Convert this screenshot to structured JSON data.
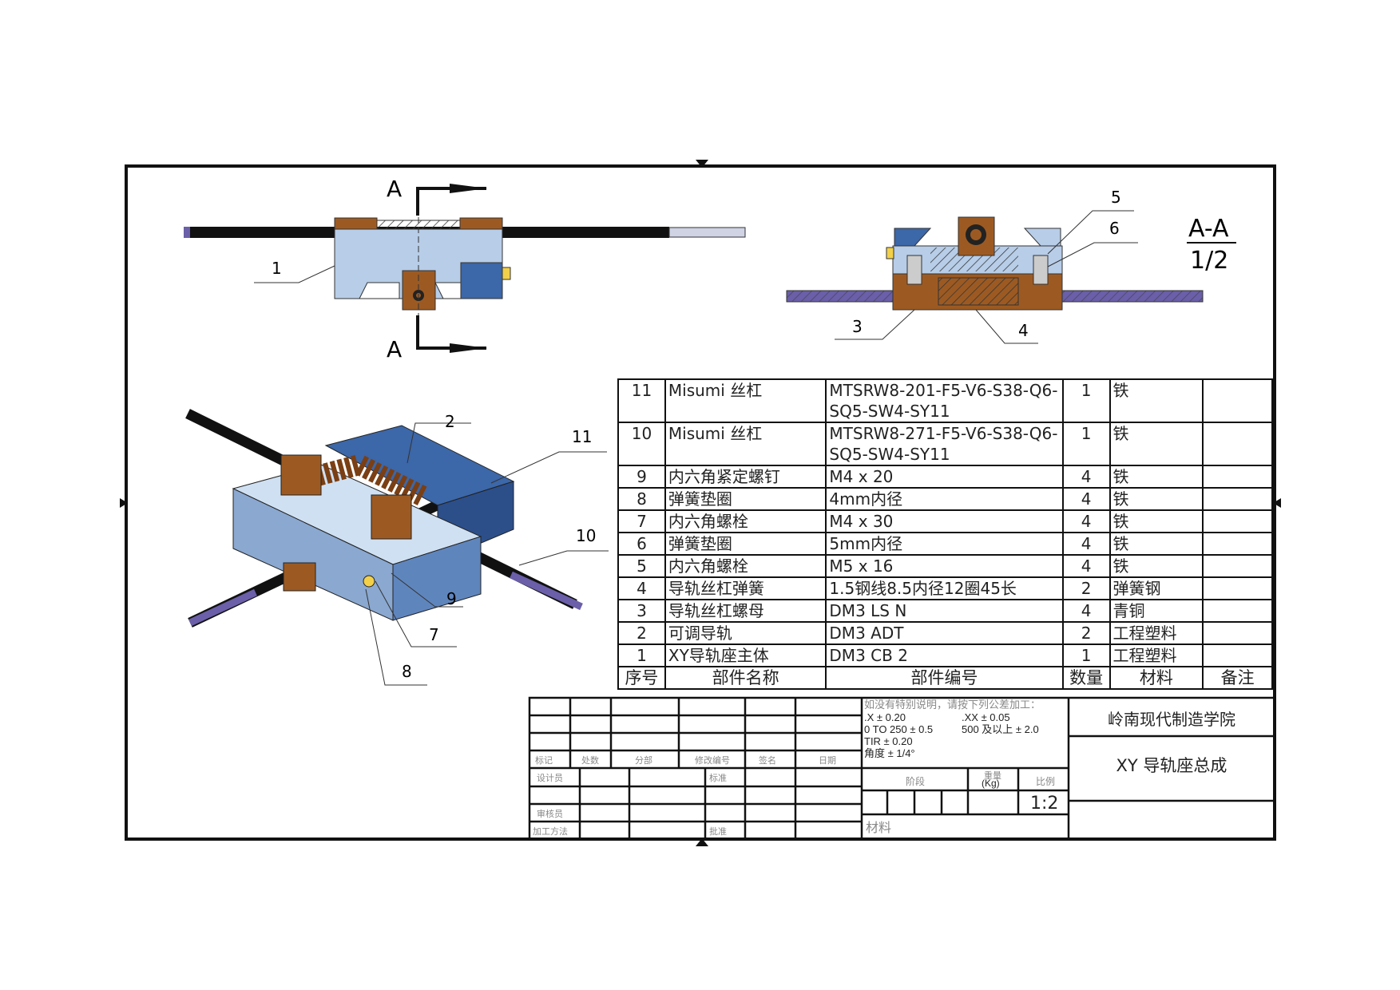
{
  "drawing": {
    "section_label": "A",
    "section_view_title": "A-A",
    "section_view_scale": "1/2",
    "balloons": {
      "top_view": [
        "1"
      ],
      "section_view": [
        "5",
        "6",
        "3",
        "4"
      ],
      "iso_view": [
        "2",
        "11",
        "10",
        "9",
        "7",
        "8"
      ]
    },
    "colors": {
      "light_blue": "#b7cde8",
      "dark_blue": "#3c67a8",
      "brown": "#9c5a22",
      "purple": "#6a5fa8",
      "rod": "#111111"
    }
  },
  "bom": {
    "headers": [
      "序号",
      "部件名称",
      "部件编号",
      "数量",
      "材料",
      "备注"
    ],
    "rows": [
      {
        "no": "11",
        "name": "Misumi 丝杠",
        "code": "MTSRW8-201-F5-V6-S38-Q6-SQ5-SW4-SY11",
        "qty": "1",
        "material": "铁",
        "note": ""
      },
      {
        "no": "10",
        "name": "Misumi 丝杠",
        "code": "MTSRW8-271-F5-V6-S38-Q6-SQ5-SW4-SY11",
        "qty": "1",
        "material": "铁",
        "note": ""
      },
      {
        "no": "9",
        "name": "内六角紧定螺钉",
        "code": "M4 x 20",
        "qty": "4",
        "material": "铁",
        "note": ""
      },
      {
        "no": "8",
        "name": "弹簧垫圈",
        "code": "4mm内径",
        "qty": "4",
        "material": "铁",
        "note": ""
      },
      {
        "no": "7",
        "name": "内六角螺栓",
        "code": "M4 x 30",
        "qty": "4",
        "material": "铁",
        "note": ""
      },
      {
        "no": "6",
        "name": "弹簧垫圈",
        "code": "5mm内径",
        "qty": "4",
        "material": "铁",
        "note": ""
      },
      {
        "no": "5",
        "name": "内六角螺栓",
        "code": "M5 x 16",
        "qty": "4",
        "material": "铁",
        "note": ""
      },
      {
        "no": "4",
        "name": "导轨丝杠弹簧",
        "code": "1.5钢线8.5内径12圈45长",
        "qty": "2",
        "material": "弹簧钢",
        "note": ""
      },
      {
        "no": "3",
        "name": "导轨丝杠螺母",
        "code": "DM3 LS N",
        "qty": "4",
        "material": "青铜",
        "note": ""
      },
      {
        "no": "2",
        "name": "可调导轨",
        "code": "DM3 ADT",
        "qty": "2",
        "material": "工程塑料",
        "note": ""
      },
      {
        "no": "1",
        "name": "XY导轨座主体",
        "code": "DM3 CB 2",
        "qty": "1",
        "material": "工程塑料",
        "note": ""
      }
    ]
  },
  "title_block": {
    "revision_headers": [
      "标记",
      "处数",
      "分部",
      "修改编号",
      "签名",
      "日期"
    ],
    "sign_labels": {
      "designer": "设计员",
      "standard": "标准",
      "checker": "审核员",
      "process": "加工方法",
      "approve": "批准"
    },
    "tolerance": {
      "intro": "如没有特别说明，请按下列公差加工：",
      "x": ".X ± 0.20",
      "xx": ".XX ± 0.05",
      "range1": "0 TO 250 ± 0.5",
      "range2": "500 及以上 ± 2.0",
      "tir": "TIR ± 0.20",
      "angle": "角度 ± 1/4°"
    },
    "stage_label": "阶段",
    "weight_label": "重量",
    "weight_unit": "(Kg)",
    "scale_label": "比例",
    "scale": "1:2",
    "material_label": "材料",
    "school": "岭南现代制造学院",
    "title": "XY 导轨座总成"
  }
}
